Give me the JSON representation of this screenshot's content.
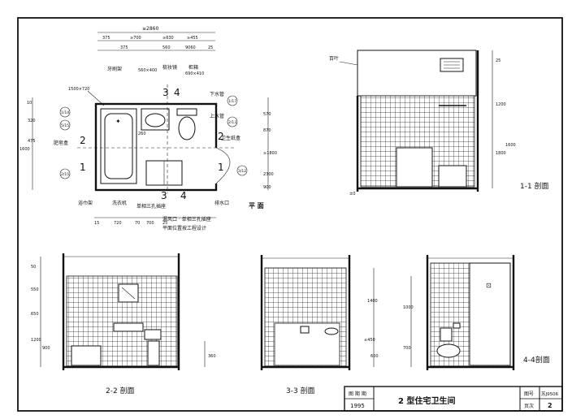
{
  "plan": {
    "title": "平 面",
    "top_dims": [
      "≥2860",
      "375",
      "≥700",
      "≥630",
      "≥455",
      "375",
      "560",
      "9060",
      "25"
    ],
    "left_dims": [
      "10",
      "320",
      "475",
      "1600"
    ],
    "right_dims": [
      "570",
      "870",
      "≥1800",
      "2300",
      "900"
    ],
    "bottom_dims": [
      "15",
      "720",
      "70",
      "700",
      "25"
    ],
    "bathtub_size": "1500×720",
    "labels": {
      "towel_rack": "牙刷架",
      "mirror_size": "560×400",
      "mirror": "梳妆镜",
      "cabinet": "柜箱",
      "cabinet_size": "690×410",
      "drain_pipe": "下水管",
      "supply_pipe": "上水管",
      "paper_box": "卫生纸盒",
      "soap_box": "肥皂盒",
      "towel_bar": "浴巾架",
      "washer": "洗衣机",
      "socket": "单相三孔插座",
      "floor_drain": "排水口",
      "level": "260"
    },
    "notes": [
      "漏风口 · 单相三孔插座",
      "平面位置按工程设计"
    ],
    "markers": [
      "2",
      "2",
      "3",
      "4",
      "3",
      "4",
      "1",
      "1"
    ],
    "circle_refs": [
      "1/14",
      "5/15",
      "2/15",
      "1/17",
      "2/13",
      "3/12"
    ]
  },
  "section11": {
    "title": "1-1 剖面",
    "label_vent": "百叶",
    "dims": [
      "25",
      "1200",
      "1800",
      "1600"
    ],
    "level": "±0"
  },
  "section22": {
    "title": "2-2 剖面",
    "dims": [
      "50",
      "550",
      "650",
      "1200",
      "900"
    ],
    "right_dim": "360"
  },
  "section33": {
    "title": "3-3 剖面",
    "dims": [
      "1400",
      "≤450",
      "600"
    ]
  },
  "section44": {
    "title": "4-4剖面",
    "dims": [
      "1000",
      "700"
    ]
  },
  "title_block": {
    "label_year": "图 期 期",
    "year": "1995",
    "main_title": "2 型住宅卫生间",
    "label_atlas": "图号",
    "atlas_no": "苏J9506",
    "label_page": "页次",
    "page_no": "2"
  }
}
